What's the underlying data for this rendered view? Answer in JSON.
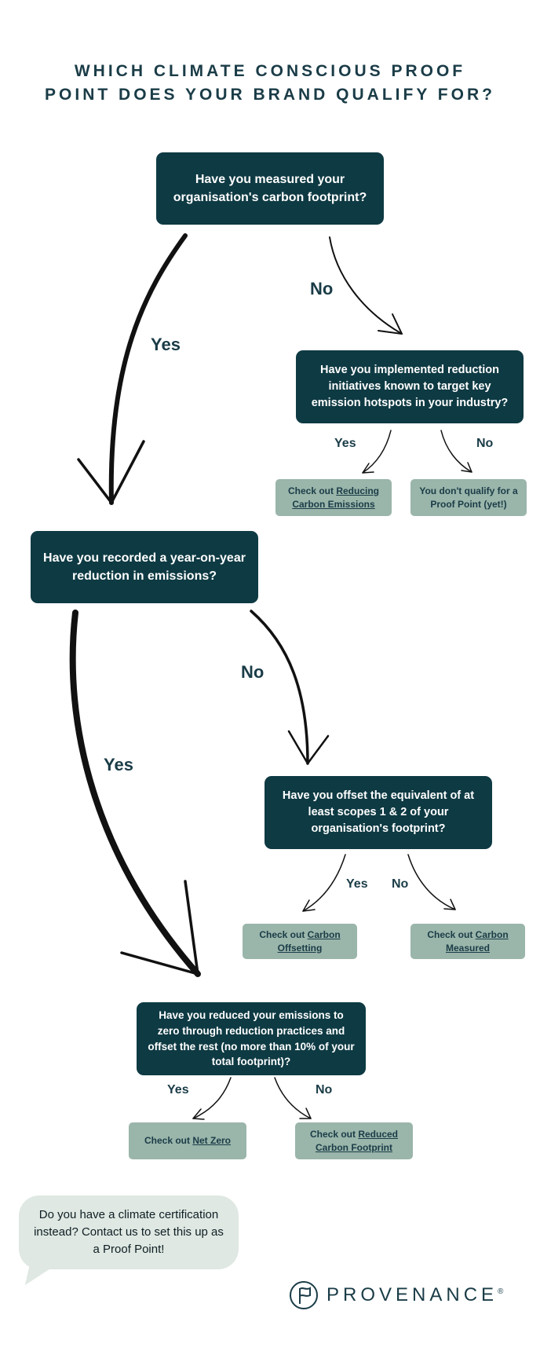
{
  "title": {
    "line1": "WHICH CLIMATE CONSCIOUS PROOF",
    "line2": "POINT DOES YOUR BRAND QUALIFY FOR?"
  },
  "questions": {
    "q1": "Have you measured your organisation's carbon footprint?",
    "q2": "Have you implemented reduction initiatives known to target key emission hotspots in your industry?",
    "q3": "Have you recorded a year-on-year reduction in emissions?",
    "q4": "Have you offset the equivalent of at least scopes 1 & 2 of your organisation's footprint?",
    "q5": "Have you reduced your emissions to zero through reduction practices and offset the rest (no more than 10% of your total footprint)?"
  },
  "labels": {
    "q1_no": "No",
    "q1_yes": "Yes",
    "q2_yes": "Yes",
    "q2_no": "No",
    "q3_no": "No",
    "q3_yes": "Yes",
    "q4_yes": "Yes",
    "q4_no": "No",
    "q5_yes": "Yes",
    "q5_no": "No"
  },
  "results": {
    "reducing": {
      "prefix": "Check out ",
      "link": "Reducing Carbon Emissions"
    },
    "not_qualify": "You don't qualify for a Proof Point (yet!)",
    "offsetting": {
      "prefix": "Check out ",
      "link": "Carbon Offsetting"
    },
    "measured": {
      "prefix": "Check out ",
      "link": "Carbon Measured"
    },
    "net_zero": {
      "prefix": "Check out ",
      "link": "Net Zero"
    },
    "reduced_fp": {
      "prefix": "Check out ",
      "link": "Reduced Carbon Footprint"
    }
  },
  "bubble": "Do you have a climate certification instead? Contact us to set this up as a Proof Point!",
  "logo": {
    "name": "PROVENANCE",
    "reg": "®"
  },
  "colors": {
    "question_bg": "#0e3a43",
    "result_bg": "#9ab5aa",
    "bubble_bg": "#dfe8e2",
    "text_dark": "#1a3c47"
  }
}
